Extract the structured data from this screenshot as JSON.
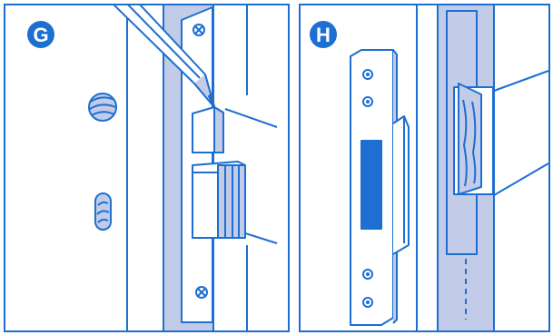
{
  "panels": [
    {
      "id": "G",
      "badge": "G"
    },
    {
      "id": "H",
      "badge": "H"
    }
  ],
  "colors": {
    "line": "#1d6fd1",
    "fill": "#c2cbe8",
    "badge": "#1d6fd1",
    "background": "#ffffff"
  },
  "icons": [
    "pencil-icon",
    "screw-icon",
    "latch-bolt-icon",
    "strike-plate-icon",
    "mortise-icon"
  ]
}
